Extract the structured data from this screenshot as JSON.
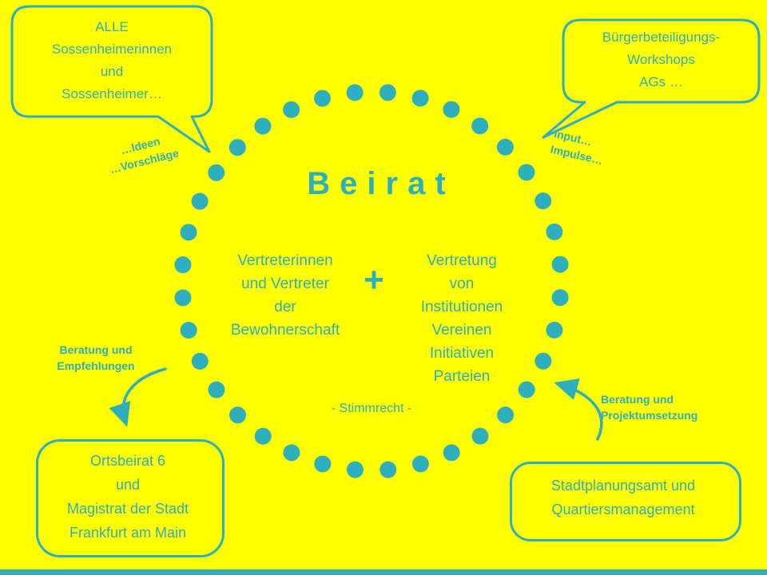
{
  "colors": {
    "background": "#FFFF00",
    "accent": "#2EAFBE"
  },
  "title": "Beirat",
  "circle": {
    "left_member": {
      "lines": [
        "Vertreterinnen",
        "und Vertreter",
        "der",
        "Bewohnerschaft"
      ]
    },
    "plus": "+",
    "right_member": {
      "lines": [
        "Vertretung",
        "von",
        "Institutionen",
        "Vereinen",
        "Initiativen",
        "Parteien"
      ]
    },
    "voting_note": "- Stimmrecht -"
  },
  "callouts": {
    "top_left": {
      "lines": [
        "ALLE",
        "Sossenheimerinnen",
        "und",
        "Sossenheimer…"
      ]
    },
    "top_right": {
      "lines": [
        "Bürgerbeteiligungs-",
        "Workshops",
        "AGs …"
      ]
    }
  },
  "boxes": {
    "bottom_left": {
      "lines": [
        "Ortsbeirat 6",
        "und",
        "Magistrat der Stadt",
        "Frankfurt am Main"
      ]
    },
    "bottom_right": {
      "lines": [
        "Stadtplanungsamt und",
        "Quartiersmanagement"
      ]
    }
  },
  "labels": {
    "ideas": {
      "lines": [
        "…Ideen",
        "…Vorschläge"
      ]
    },
    "input": {
      "lines": [
        "Input…",
        "Impulse…"
      ]
    },
    "advice_left": {
      "lines": [
        "Beratung und",
        "Empfehlungen"
      ]
    },
    "advice_right": {
      "lines": [
        "Beratung und",
        "Projektumsetzung"
      ]
    }
  }
}
